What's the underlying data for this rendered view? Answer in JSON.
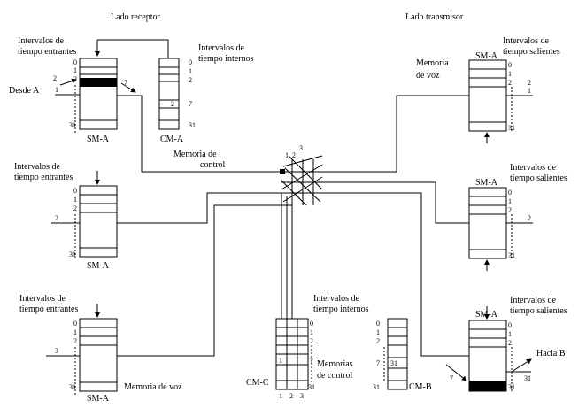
{
  "headings": {
    "receiver_side": "Lado receptor",
    "transmitter_side": "Lado transmisor"
  },
  "labels": {
    "incoming_line1": "Intervalos de",
    "incoming_line2": "tiempo entrantes",
    "outgoing_line1": "Intervalos de",
    "outgoing_line2": "tiempo salientes",
    "internal_line1": "Intervalos de",
    "internal_line2": "tiempo internos",
    "voice_memory_line1": "Memoria",
    "voice_memory_line2": "de voz",
    "control_memory_line1": "Memoria de",
    "control_memory_line2": "control",
    "control_memories_line1": "Memorias",
    "control_memories_line2": "de control",
    "voice_memory_bottom": "Memoria de voz",
    "from_a": "Desde A",
    "to_b": "Hacia B"
  },
  "blocks": {
    "sm_a": "SM-A",
    "cm_a": "CM-A",
    "cm_b": "CM-B",
    "cm_c": "CM-C"
  },
  "slot_numbers": {
    "n0": "0",
    "n1": "1",
    "n2": "2",
    "n3": "3",
    "n7": "7",
    "n31": "31"
  }
}
